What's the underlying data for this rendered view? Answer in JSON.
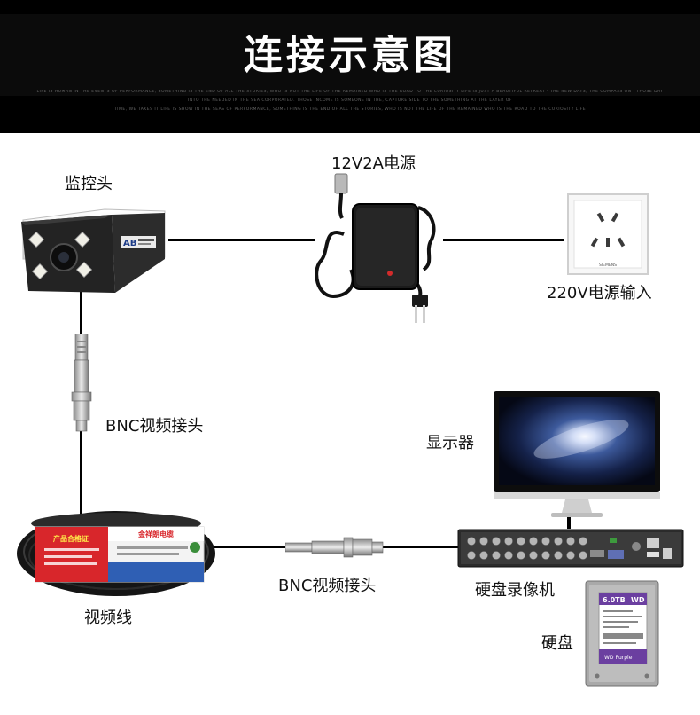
{
  "banner": {
    "title": "连接示意图",
    "fine_print_1": "LIFE IS HUMAN IN THE EVENTS OF PERFORMANCE, SOMETHING IS THE END OF ALL THE STORIES, WHO IS NOT THE LIFE OF THE REMAINED WHO IS THE ROAD TO THE CURIOSITY LIFE IS JUST A BEAUTIFUL RETREAT · THE NEW DAYS, THE COMPASS ON · THOSE DAY",
    "fine_print_2": "INTO THE NEEDED IN THE SEA CORPORATED. THOSE INCOME IS SOMEONE IN THE, CAPTURE SIDE TO THE SOMETHING AT THE LAYER OF",
    "fine_print_3": "TIME, WE TAKES IT LIFE IS SHOW IN THE SEAS OF PERFORMANCE, SOMETHING IS THE END OF ALL THE STORIES, WHO IS NOT THE LIFE OF THE REMAINED WHO IS THE ROAD TO THE CURIOSITY LIFE"
  },
  "labels": {
    "camera": "监控头",
    "power_adapter": "12V2A电源",
    "outlet": "220V电源输入",
    "bnc_top": "BNC视频接头",
    "monitor": "显示器",
    "cable": "视频线",
    "bnc_bottom": "BNC视频接头",
    "dvr": "硬盘录像机",
    "hdd": "硬盘"
  },
  "product_text": {
    "camera_brand": "AB",
    "cable_cert": "产品合格证",
    "cable_brand": "金祥朗电缆",
    "hdd_capacity": "6.0TB",
    "hdd_brand": "WD",
    "hdd_series": "WD Purple",
    "outlet_brand": "SIEMENS"
  },
  "colors": {
    "banner_bg": "#000000",
    "wire": "#000000",
    "hdd_purple": "#6b3fa0",
    "cable_red": "#d8262b"
  }
}
